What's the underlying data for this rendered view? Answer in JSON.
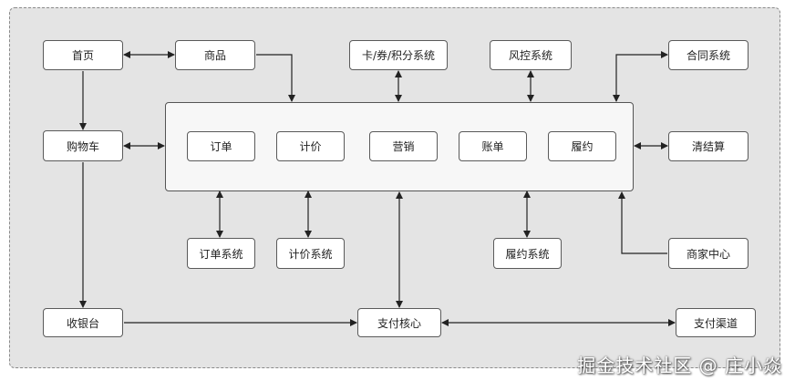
{
  "diagram": {
    "nodes": {
      "home": "首页",
      "product": "商品",
      "card": "卡/券/积分系统",
      "risk": "风控系统",
      "contract": "合同系统",
      "cart": "购物车",
      "settle": "清结算",
      "order_sys": "订单系统",
      "pricing_sys": "计价系统",
      "fulfill_sys": "履约系统",
      "merchant": "商家中心",
      "cashier": "收银台",
      "pay_core": "支付核心",
      "pay_channel": "支付渠道"
    },
    "core": {
      "order": "订单",
      "pricing": "计价",
      "marketing": "营销",
      "bill": "账单",
      "fulfill": "履约"
    },
    "edges": [
      {
        "from": "home",
        "to": "product",
        "direction": "both"
      },
      {
        "from": "home",
        "to": "cart",
        "direction": "forward"
      },
      {
        "from": "product",
        "to": "core",
        "direction": "forward"
      },
      {
        "from": "card",
        "to": "core",
        "direction": "both"
      },
      {
        "from": "risk",
        "to": "core",
        "direction": "both"
      },
      {
        "from": "contract",
        "to": "core",
        "direction": "both"
      },
      {
        "from": "cart",
        "to": "core",
        "direction": "both"
      },
      {
        "from": "settle",
        "to": "core",
        "direction": "both"
      },
      {
        "from": "order",
        "to": "order_sys",
        "direction": "both"
      },
      {
        "from": "pricing",
        "to": "pricing_sys",
        "direction": "both"
      },
      {
        "from": "fulfill",
        "to": "fulfill_sys",
        "direction": "both"
      },
      {
        "from": "merchant",
        "to": "core",
        "direction": "forward"
      },
      {
        "from": "cart",
        "to": "cashier",
        "direction": "forward"
      },
      {
        "from": "cashier",
        "to": "pay_core",
        "direction": "forward"
      },
      {
        "from": "pay_core",
        "to": "core",
        "direction": "both"
      },
      {
        "from": "pay_core",
        "to": "pay_channel",
        "direction": "both"
      }
    ]
  },
  "watermark": "掘金技术社区 @ 庄小焱",
  "colors": {
    "line": "#222222",
    "background": "#e4e4e4",
    "box_border": "#5a5a5a"
  }
}
